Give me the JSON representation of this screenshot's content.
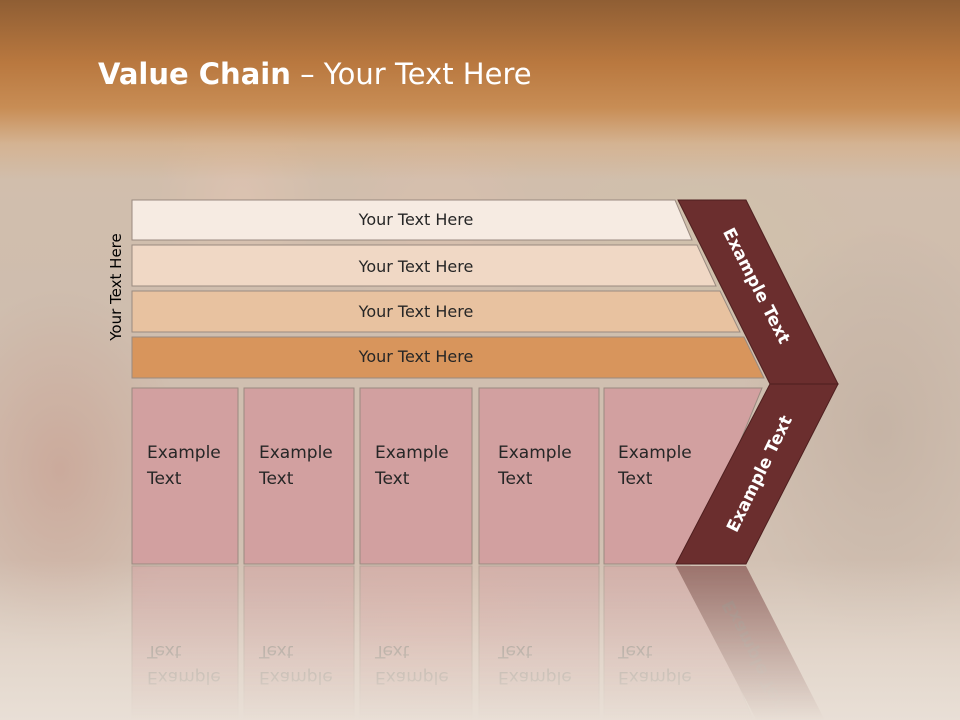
{
  "slide": {
    "title_bold": "Value Chain",
    "title_rest": " – Your Text Here",
    "side_label": "Your Text Here"
  },
  "rows": [
    {
      "label": "Your Text Here",
      "color": "#f6ebe2"
    },
    {
      "label": "Your Text Here",
      "color": "#f0d8c5"
    },
    {
      "label": "Your Text Here",
      "color": "#e8c2a0"
    },
    {
      "label": "Your Text Here",
      "color": "#d8955c"
    }
  ],
  "cells": [
    {
      "line1": "Example",
      "line2": "Text"
    },
    {
      "line1": "Example",
      "line2": "Text"
    },
    {
      "line1": "Example",
      "line2": "Text"
    },
    {
      "line1": "Example",
      "line2": "Text"
    },
    {
      "line1": "Example",
      "line2": "Text"
    }
  ],
  "chevron": {
    "upper_label": "Example Text",
    "lower_label": "Example Text",
    "color": "#6b2e2e"
  },
  "colors": {
    "cell_fill": "#d2a0a0",
    "row_stroke": "#9a8a80"
  }
}
